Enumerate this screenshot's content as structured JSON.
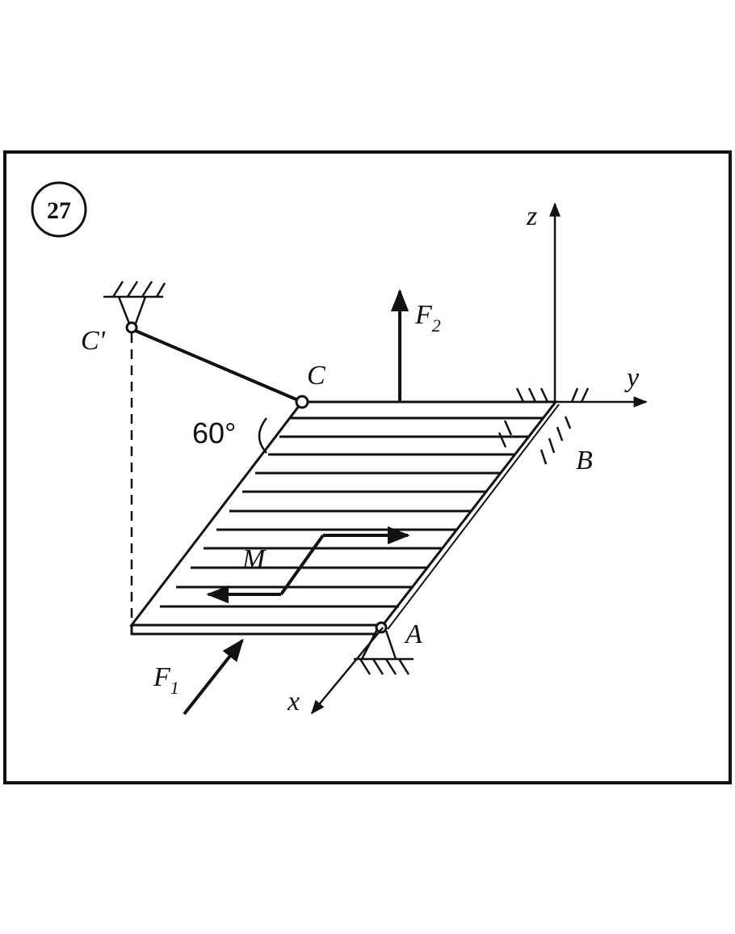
{
  "problem_number": "27",
  "angle_label": "60°",
  "labels": {
    "c_prime": "C'",
    "c": "C",
    "a": "A",
    "b": "B",
    "m": "M",
    "f1": "F",
    "f1_sub": "1",
    "f2": "F",
    "f2_sub": "2",
    "x": "x",
    "y": "y",
    "z": "z"
  },
  "colors": {
    "ink": "#111111",
    "background": "#ffffff"
  }
}
